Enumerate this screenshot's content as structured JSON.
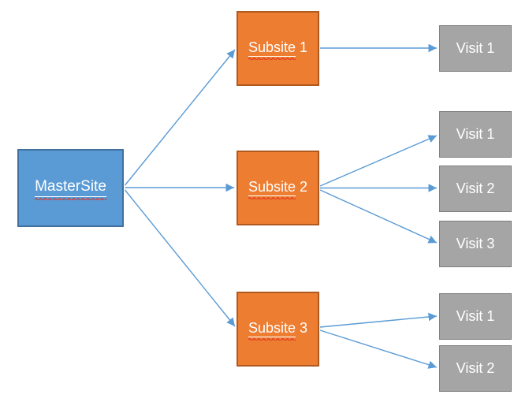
{
  "diagram": {
    "background": "#FFFFFF",
    "nodes": {
      "master": {
        "word": "MasterSite"
      },
      "subsites": [
        {
          "word": "Subsite",
          "num": "1"
        },
        {
          "word": "Subsite",
          "num": "2"
        },
        {
          "word": "Subsite",
          "num": "3"
        }
      ],
      "visit_groups": [
        {
          "parent": "Subsite 1",
          "visits": [
            "Visit 1"
          ]
        },
        {
          "parent": "Subsite 2",
          "visits": [
            "Visit 1",
            "Visit 2",
            "Visit 3"
          ]
        },
        {
          "parent": "Subsite 3",
          "visits": [
            "Visit 1",
            "Visit 2"
          ]
        }
      ]
    },
    "edges": [
      {
        "from": "MasterSite",
        "to": "Subsite 1"
      },
      {
        "from": "MasterSite",
        "to": "Subsite 2"
      },
      {
        "from": "MasterSite",
        "to": "Subsite 3"
      },
      {
        "from": "Subsite 1",
        "to": "Visit 1"
      },
      {
        "from": "Subsite 2",
        "to": "Visit 1"
      },
      {
        "from": "Subsite 2",
        "to": "Visit 2"
      },
      {
        "from": "Subsite 2",
        "to": "Visit 3"
      },
      {
        "from": "Subsite 3",
        "to": "Visit 1"
      },
      {
        "from": "Subsite 3",
        "to": "Visit 2"
      }
    ],
    "colors": {
      "master_fill": "#5B9BD5",
      "master_border": "#41719C",
      "subsite_fill": "#ED7D31",
      "subsite_border": "#AE5A21",
      "visit_fill": "#A5A5A5",
      "visit_border": "#7F7F7F",
      "connector": "#5B9BD5",
      "label_text": "#FFFFFF",
      "squiggle": "#E0301E"
    }
  }
}
